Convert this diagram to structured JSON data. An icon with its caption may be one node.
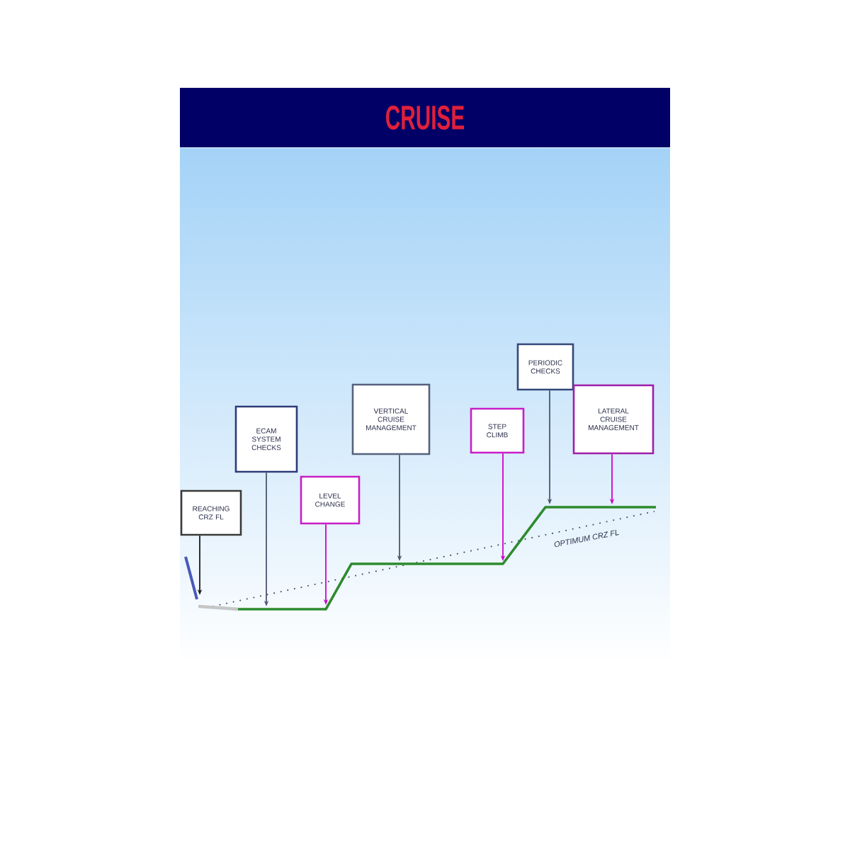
{
  "diagram": {
    "title": "CRUISE",
    "nodes": [
      {
        "text": [
          "REACHING CRZ FL"
        ]
      },
      {
        "text": [
          "ECAM SYSTEM CHECKS"
        ]
      },
      {
        "text": [
          "LEVEL CHANGE"
        ]
      },
      {
        "text": [
          "VERTICAL CRUISE MANAGEMENT"
        ]
      },
      {
        "text": [
          "STEP CLIMB"
        ]
      },
      {
        "text": [
          "PERIODIC CHECKS"
        ]
      },
      {
        "text": [
          "LATERAL CRUISE MANAGEMENT"
        ]
      }
    ],
    "edges": [
      {
        "from": 0,
        "to": null,
        "arrow": "to",
        "color": "#1a1a1a"
      },
      {
        "from": 1,
        "to": null,
        "arrow": "to"
      },
      {
        "from": 2,
        "to": null,
        "arrow": "to",
        "color": "#cc00cc"
      },
      {
        "from": 3,
        "to": null,
        "arrow": "to"
      },
      {
        "from": 4,
        "to": null,
        "arrow": "to",
        "color": "#cc00cc"
      },
      {
        "from": 5,
        "to": null,
        "arrow": "to"
      },
      {
        "from": 6,
        "to": null,
        "arrow": "to",
        "color": "#cc00cc"
      }
    ],
    "labels": [
      "OPTIMUM CRZ FL"
    ]
  }
}
